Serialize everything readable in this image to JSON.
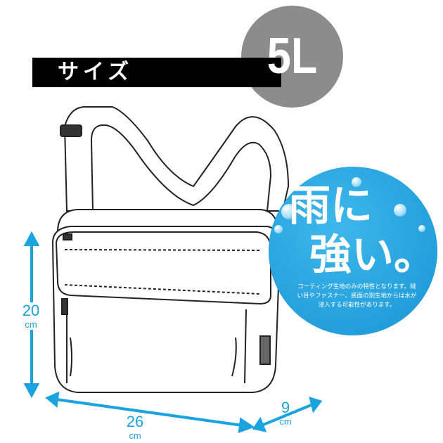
{
  "header": {
    "title": "サイズ",
    "volume": "5L"
  },
  "badge": {
    "line1": "雨に",
    "line2": "強い。",
    "note": "コーティング生地のみの特性となります。縫い目やファスナー、底面の別生地からは水が浸入する可能性があります。"
  },
  "dimensions": {
    "height": {
      "value": "20",
      "unit": "cm"
    },
    "width": {
      "value": "26",
      "unit": "cm"
    },
    "depth": {
      "value": "9",
      "unit": "cm"
    }
  },
  "colors": {
    "accent": "#1aa3df",
    "badge": "#1895d4",
    "volume_circle": "#8c8c8c",
    "bar": "#000000"
  }
}
